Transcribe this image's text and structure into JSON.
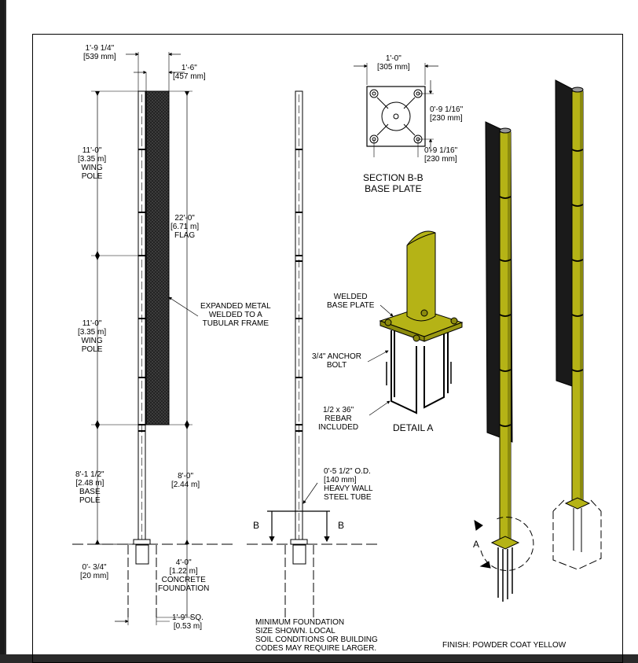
{
  "dims": {
    "plate_width": [
      "1'-9 1/4\"",
      "[539 mm]"
    ],
    "flag_width": [
      "1'-6\"",
      "[457 mm]"
    ],
    "wing_pole_upper": [
      "11'-0\"",
      "[3.35 m]",
      "WING",
      "POLE"
    ],
    "wing_pole_lower": [
      "11'-0\"",
      "[3.35 m]",
      "WING",
      "POLE"
    ],
    "flag_height": [
      "22'-0\"",
      "[6.71 m]",
      "FLAG"
    ],
    "base_pole": [
      "8'-1 1/2\"",
      "[2.48 m]",
      "BASE",
      "POLE"
    ],
    "lower_height": [
      "8'-0\"",
      "[2.44 m]"
    ],
    "embed": [
      "0'- 3/4\"",
      "[20 mm]"
    ],
    "foundation": [
      "4'-0\"",
      "[1.22 m]",
      "CONCRETE",
      "FOUNDATION"
    ],
    "square": [
      "1'-9\"  SQ.",
      "[0.53 m]"
    ],
    "tube": [
      "0'-5 1/2\"  O.D.",
      "[140 mm]",
      "HEAVY WALL",
      "STEEL TUBE"
    ],
    "bp_width": [
      "1'-0\"",
      "[305 mm]"
    ],
    "bp_bolt_v": [
      "0'-9 1/16\"",
      "[230 mm]"
    ],
    "bp_bolt_h": [
      "0'-9 1/16\"",
      "[230 mm]"
    ]
  },
  "notes": {
    "expanded_metal": [
      "EXPANDED METAL",
      "WELDED TO A",
      "TUBULAR FRAME"
    ],
    "section_title": [
      "SECTION B-B",
      "BASE PLATE"
    ],
    "welded_base_plate": [
      "WELDED",
      "BASE PLATE"
    ],
    "anchor_bolt": [
      "3/4\" ANCHOR",
      "BOLT"
    ],
    "rebar": [
      "1/2 x 36\"",
      "REBAR",
      "INCLUDED"
    ],
    "detail_a": "DETAIL  A",
    "section_b_left": "B",
    "section_b_right": "B",
    "detail_a_marker": "A",
    "min_foundation": [
      "MINIMUM FOUNDATION",
      "SIZE SHOWN.  LOCAL",
      "SOIL CONDITIONS OR BUILDING",
      "CODES MAY REQUIRE LARGER."
    ],
    "finish": "FINISH:  POWDER COAT YELLOW"
  },
  "colors": {
    "pole_yellow": "#b5b316",
    "pole_dark": "#8b8a0e",
    "flag_black": "#1a1a1a",
    "line": "#000000"
  }
}
